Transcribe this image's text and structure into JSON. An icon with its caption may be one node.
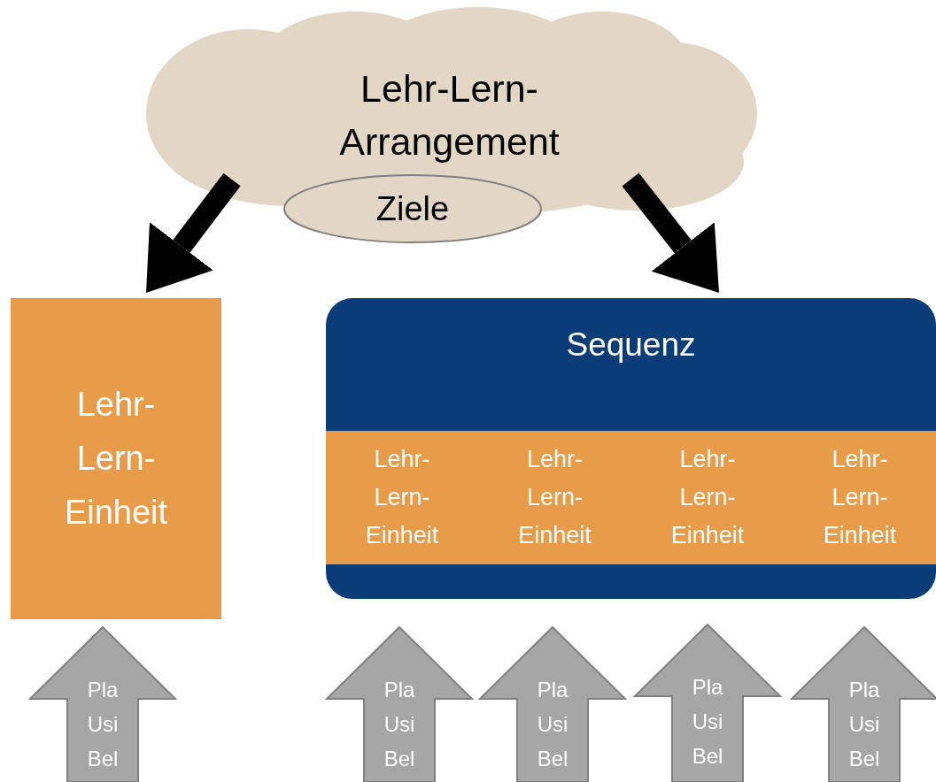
{
  "diagram": {
    "nodes": [
      {
        "text": [
          "Lehr-Lern-Arrangement"
        ]
      },
      {
        "text": [
          "Ziele"
        ]
      },
      {
        "text": [
          "Lehr-Lern-Einheit"
        ]
      },
      {
        "text": [
          "Sequenz"
        ]
      },
      {
        "text": [
          "Lehr-Lern-Einheit"
        ],
        "in": 3
      },
      {
        "text": [
          "Lehr-Lern-Einheit"
        ],
        "in": 3
      },
      {
        "text": [
          "Lehr-Lern-Einheit"
        ],
        "in": 3
      },
      {
        "text": [
          "Lehr-Lern-Einheit"
        ],
        "in": 3
      },
      {
        "text": [
          "Pla",
          "Usi",
          "Bel"
        ]
      },
      {
        "text": [
          "Pla",
          "Usi",
          "Bel"
        ]
      },
      {
        "text": [
          "Pla",
          "Usi",
          "Bel"
        ]
      },
      {
        "text": [
          "Pla",
          "Usi",
          "Bel"
        ]
      },
      {
        "text": [
          "Pla",
          "Usi",
          "Bel"
        ]
      }
    ],
    "edges": [
      {
        "from": 0,
        "to": 2,
        "arrow": "to"
      },
      {
        "from": 0,
        "to": 3,
        "arrow": "to"
      }
    ]
  }
}
